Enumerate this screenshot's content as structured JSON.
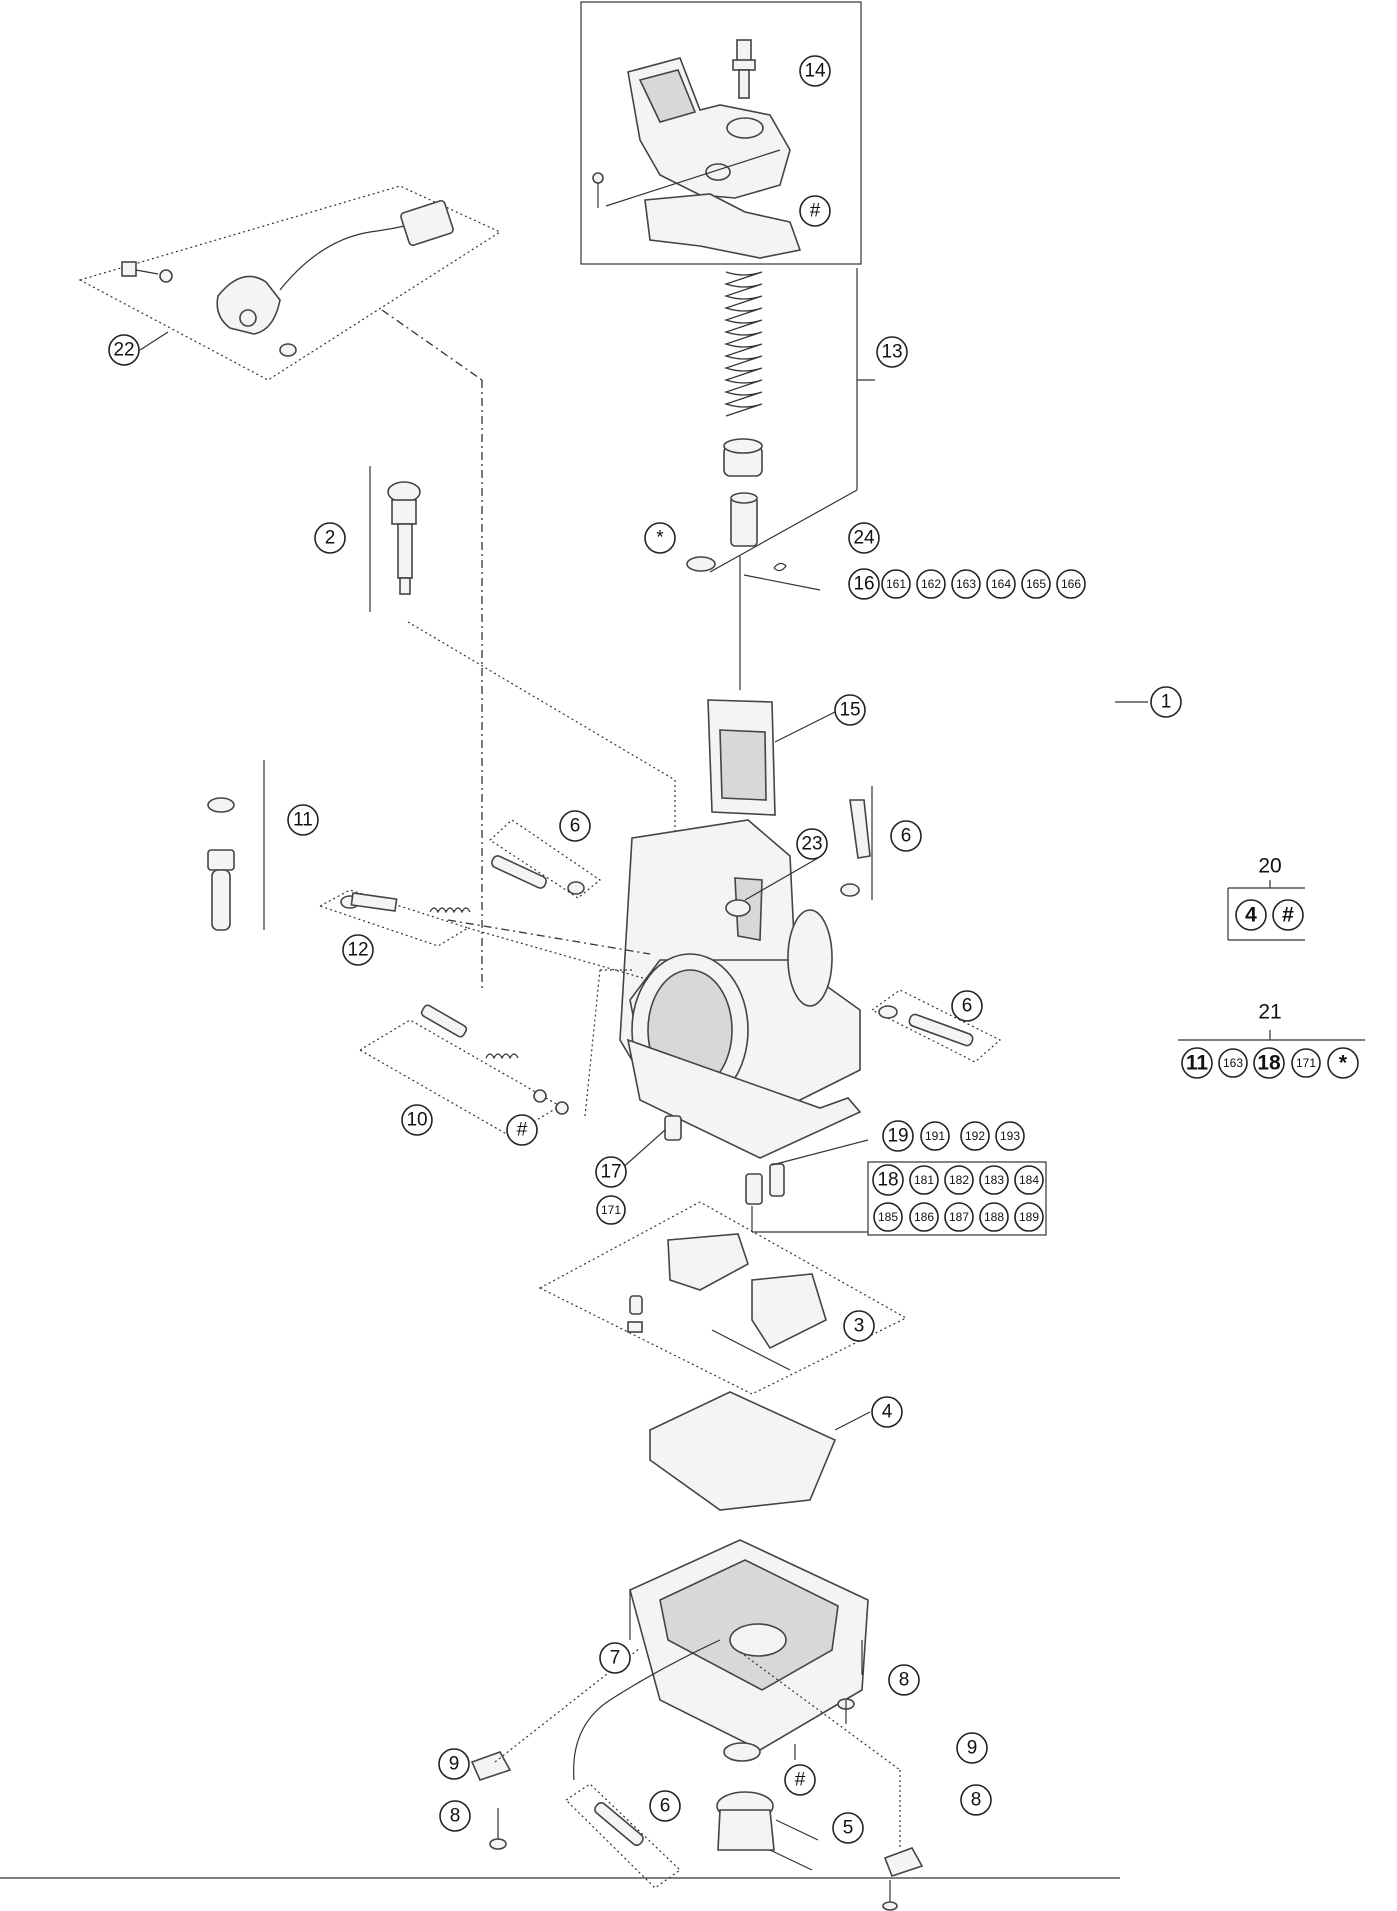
{
  "callouts": {
    "c1": "1",
    "c2": "2",
    "c3": "3",
    "c4": "4",
    "c5": "5",
    "c6": "6",
    "c7": "7",
    "c8": "8",
    "c9": "9",
    "c10": "10",
    "c11": "11",
    "c12": "12",
    "c13": "13",
    "c14": "14",
    "c15": "15",
    "c16": "16",
    "c17": "17",
    "c18": "18",
    "c19": "19",
    "c20": "20",
    "c21": "21",
    "c22": "22",
    "c23": "23",
    "c24": "24",
    "hash": "#",
    "star": "*"
  },
  "subparts": {
    "s161": "161",
    "s162": "162",
    "s163": "163",
    "s164": "164",
    "s165": "165",
    "s166": "166",
    "s171": "171",
    "s181": "181",
    "s182": "182",
    "s183": "183",
    "s184": "184",
    "s185": "185",
    "s186": "186",
    "s187": "187",
    "s188": "188",
    "s189": "189",
    "s191": "191",
    "s192": "192",
    "s193": "193"
  },
  "kits": {
    "kit20": {
      "label": "20",
      "items": [
        "4",
        "#"
      ]
    },
    "kit21": {
      "label": "21",
      "items": [
        "11",
        "163",
        "18",
        "171",
        "*"
      ]
    }
  }
}
